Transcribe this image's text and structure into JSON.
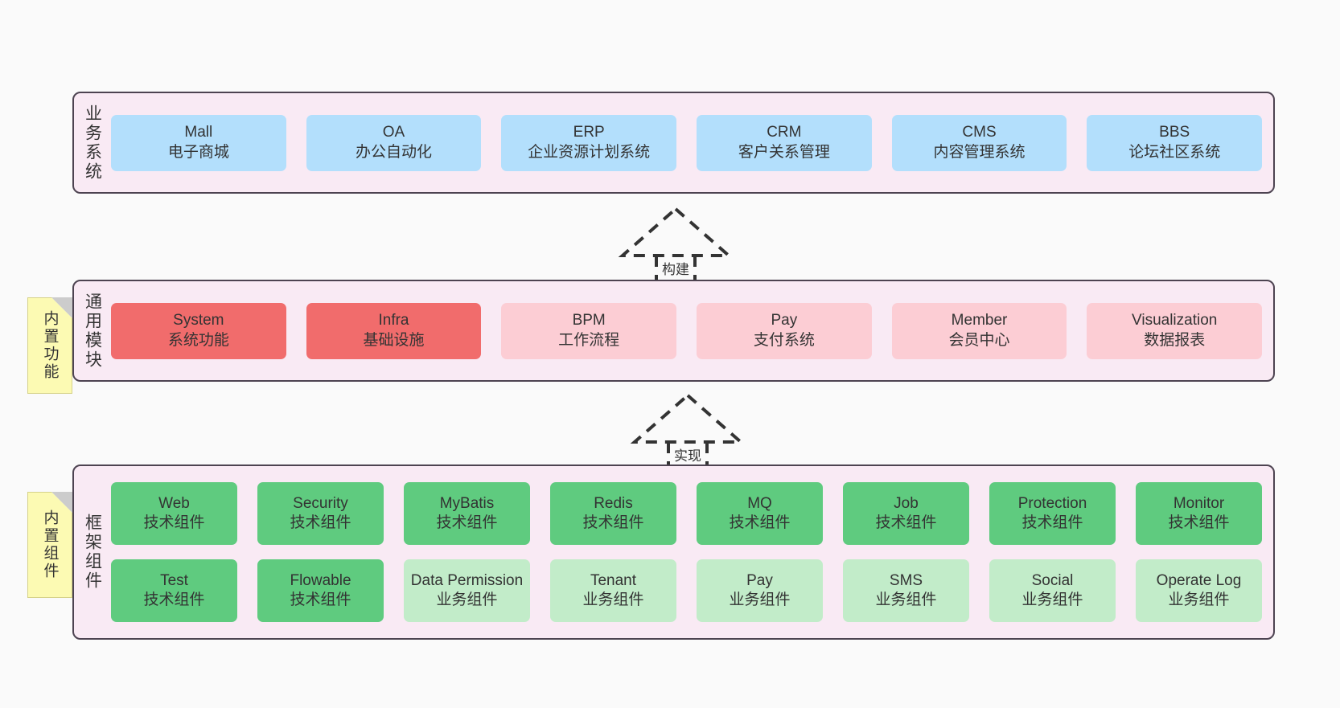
{
  "diagram": {
    "background_color": "#fafafa",
    "panel_color": "#f9eaf4",
    "panel_border_color": "#4d4351",
    "note_color": "#fcfab3"
  },
  "layers": [
    {
      "id": "business",
      "label": "业务系统",
      "node_color": "#b3dffc",
      "rows": [
        {
          "nodes": [
            {
              "title": "Mall",
              "sub": "电子商城"
            },
            {
              "title": "OA",
              "sub": "办公自动化"
            },
            {
              "title": "ERP",
              "sub": "企业资源计划系统"
            },
            {
              "title": "CRM",
              "sub": "客户关系管理"
            },
            {
              "title": "CMS",
              "sub": "内容管理系统"
            },
            {
              "title": "BBS",
              "sub": "论坛社区系统"
            }
          ]
        }
      ]
    },
    {
      "id": "common",
      "label": "通用模块",
      "rows": [
        {
          "nodes": [
            {
              "title": "System",
              "sub": "系统功能",
              "color": "#f16c6c"
            },
            {
              "title": "Infra",
              "sub": "基础设施",
              "color": "#f16c6c"
            },
            {
              "title": "BPM",
              "sub": "工作流程",
              "color": "#fccdd4"
            },
            {
              "title": "Pay",
              "sub": "支付系统",
              "color": "#fccdd4"
            },
            {
              "title": "Member",
              "sub": "会员中心",
              "color": "#fccdd4"
            },
            {
              "title": "Visualization",
              "sub": "数据报表",
              "color": "#fccdd4"
            }
          ]
        }
      ]
    },
    {
      "id": "frame",
      "label": "框架组件",
      "rows": [
        {
          "nodes": [
            {
              "title": "Web",
              "sub": "技术组件",
              "color": "#5fcb7f"
            },
            {
              "title": "Security",
              "sub": "技术组件",
              "color": "#5fcb7f"
            },
            {
              "title": "MyBatis",
              "sub": "技术组件",
              "color": "#5fcb7f"
            },
            {
              "title": "Redis",
              "sub": "技术组件",
              "color": "#5fcb7f"
            },
            {
              "title": "MQ",
              "sub": "技术组件",
              "color": "#5fcb7f"
            },
            {
              "title": "Job",
              "sub": "技术组件",
              "color": "#5fcb7f"
            },
            {
              "title": "Protection",
              "sub": "技术组件",
              "color": "#5fcb7f"
            },
            {
              "title": "Monitor",
              "sub": "技术组件",
              "color": "#5fcb7f"
            }
          ]
        },
        {
          "nodes": [
            {
              "title": "Test",
              "sub": "技术组件",
              "color": "#5fcb7f"
            },
            {
              "title": "Flowable",
              "sub": "技术组件",
              "color": "#5fcb7f"
            },
            {
              "title": "Data Permission",
              "sub": "业务组件",
              "color": "#c2ecc9",
              "wrap": true
            },
            {
              "title": "Tenant",
              "sub": "业务组件",
              "color": "#c2ecc9"
            },
            {
              "title": "Pay",
              "sub": "业务组件",
              "color": "#c2ecc9"
            },
            {
              "title": "SMS",
              "sub": "业务组件",
              "color": "#c2ecc9"
            },
            {
              "title": "Social",
              "sub": "业务组件",
              "color": "#c2ecc9"
            },
            {
              "title": "Operate Log",
              "sub": "业务组件",
              "color": "#c2ecc9"
            }
          ]
        }
      ]
    }
  ],
  "notes": [
    {
      "id": "builtin-func",
      "text": "内置功能"
    },
    {
      "id": "builtin-comp",
      "text": "内置组件"
    }
  ],
  "arrows": [
    {
      "id": "build",
      "label": "构建",
      "style": "dashed-generalization"
    },
    {
      "id": "implement",
      "label": "实现",
      "style": "dashed-generalization"
    }
  ]
}
